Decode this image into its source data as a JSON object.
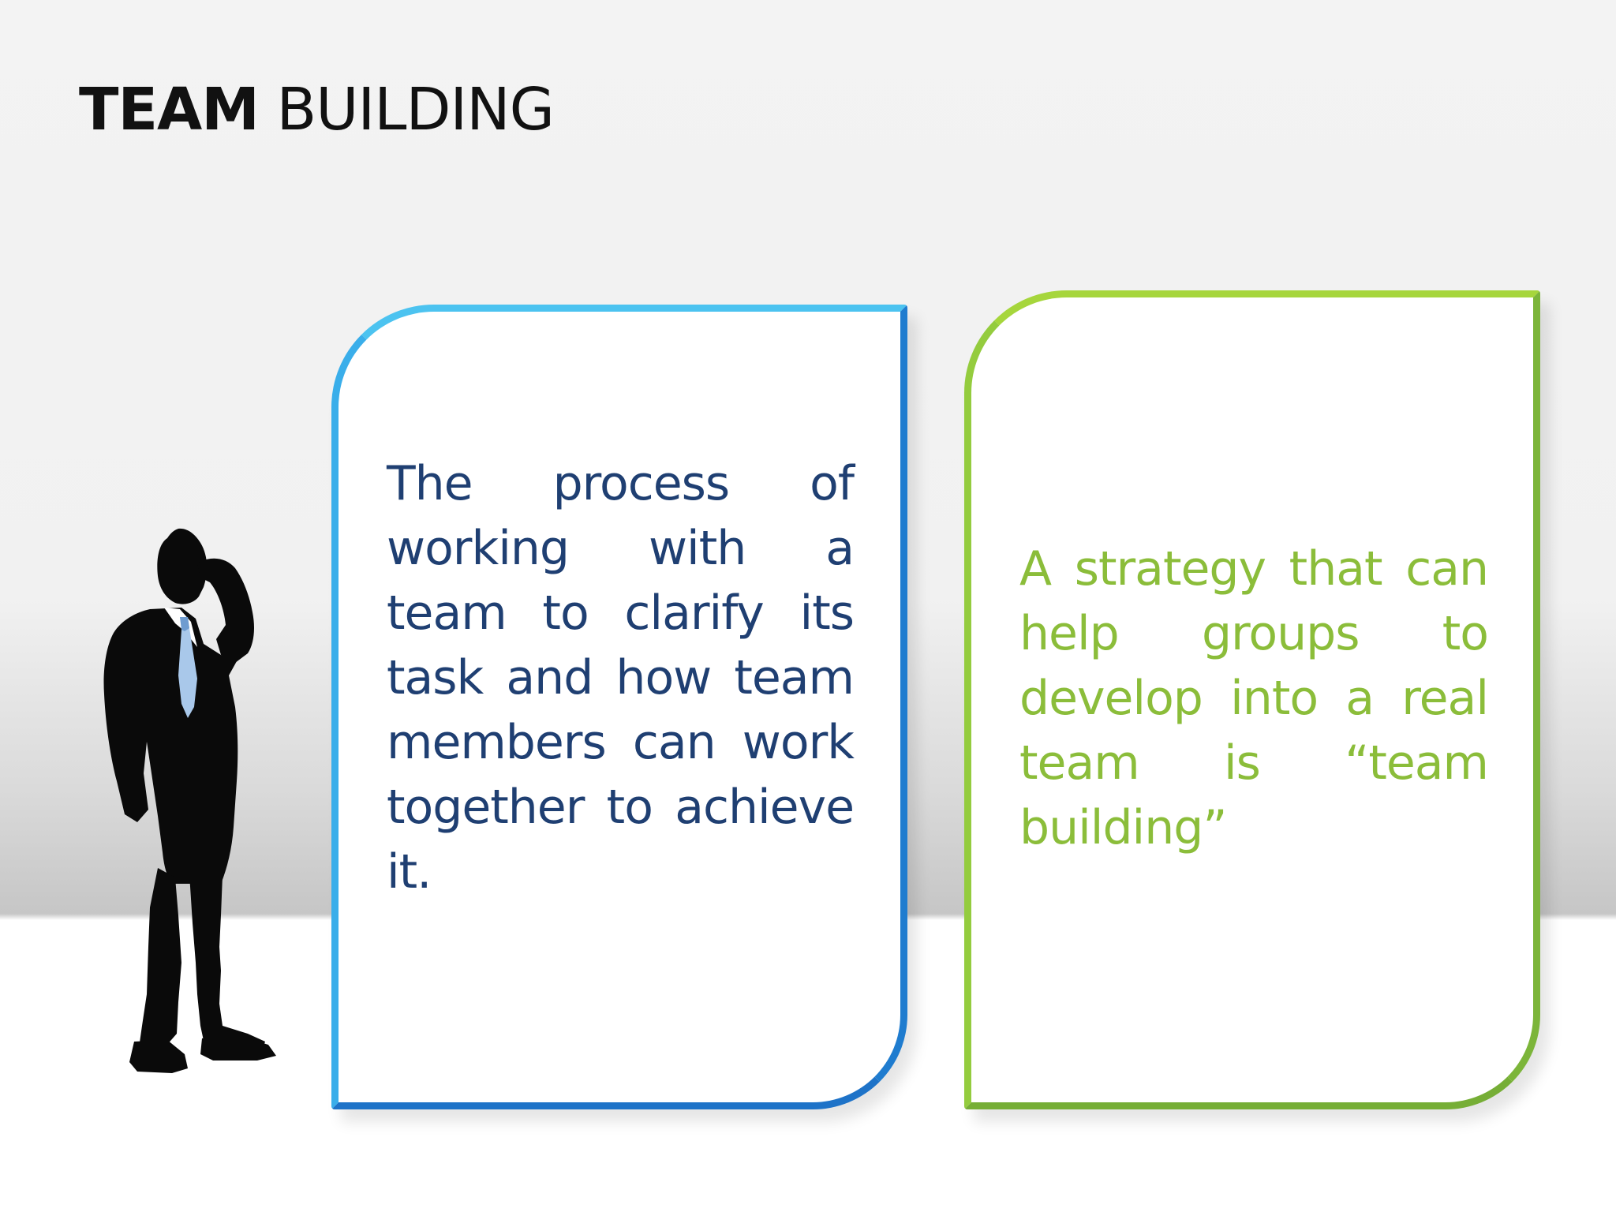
{
  "slide": {
    "title_bold": "TEAM",
    "title_rest": "BUILDING"
  },
  "cards": {
    "left": {
      "text": "The process of working with a team to clarify its task and how team members can work together to achieve it.",
      "color": "#1f3f72",
      "border_color": "#2f9ee0"
    },
    "right": {
      "text": "A strategy that can help groups to develop into a real team is “team building”",
      "color": "#8bbd3a",
      "border_color": "#8dc63f"
    }
  },
  "illustration": {
    "icon": "businessman-silhouette-icon"
  }
}
